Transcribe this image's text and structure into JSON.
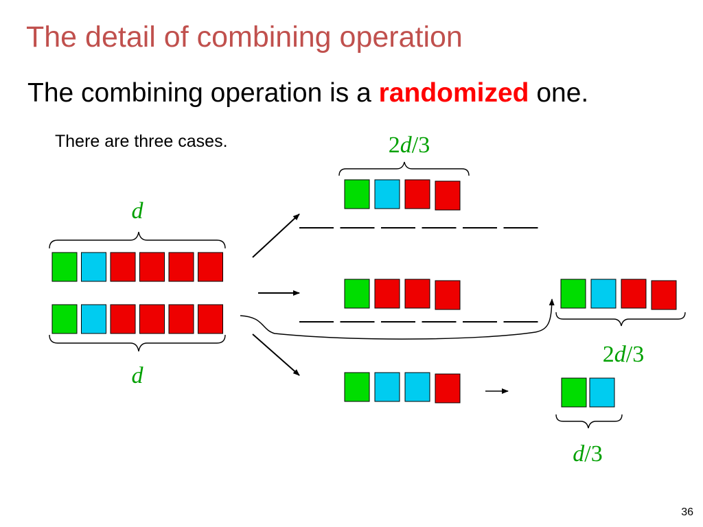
{
  "slide": {
    "title": "The detail of combining operation",
    "subtitle_before": "The combining operation is a ",
    "subtitle_highlight": "randomized",
    "subtitle_after": " one.",
    "cases_text": "There are three cases.",
    "page_number": "36"
  },
  "labels": {
    "d_top": "d",
    "d_bottom": "d",
    "case1_width": {
      "num": "2",
      "var": "d",
      "den": "/3"
    },
    "case2_result_width": {
      "num": "2",
      "var": "d",
      "den": "/3"
    },
    "case3_result_width": {
      "var": "d",
      "den": "/3"
    }
  },
  "colors": {
    "green": "#00dd00",
    "blue": "#00ccf0",
    "red": "#ee0000",
    "title": "#c0504d",
    "highlight": "#ff0000",
    "label": "#00a000"
  },
  "sequences": {
    "input_top": [
      "green",
      "blue",
      "red",
      "red",
      "red",
      "red"
    ],
    "input_bottom": [
      "green",
      "blue",
      "red",
      "red",
      "red",
      "red"
    ],
    "case1_output": [
      "green",
      "blue",
      "red",
      "red"
    ],
    "case2_output": [
      "green",
      "red",
      "red",
      "red"
    ],
    "case2_result": [
      "green",
      "blue",
      "red",
      "red"
    ],
    "case3_output": [
      "green",
      "blue",
      "blue",
      "red"
    ],
    "case3_result": [
      "green",
      "blue"
    ]
  },
  "slots": {
    "case1_blank_count": 6,
    "case2_blank_count": 6
  }
}
